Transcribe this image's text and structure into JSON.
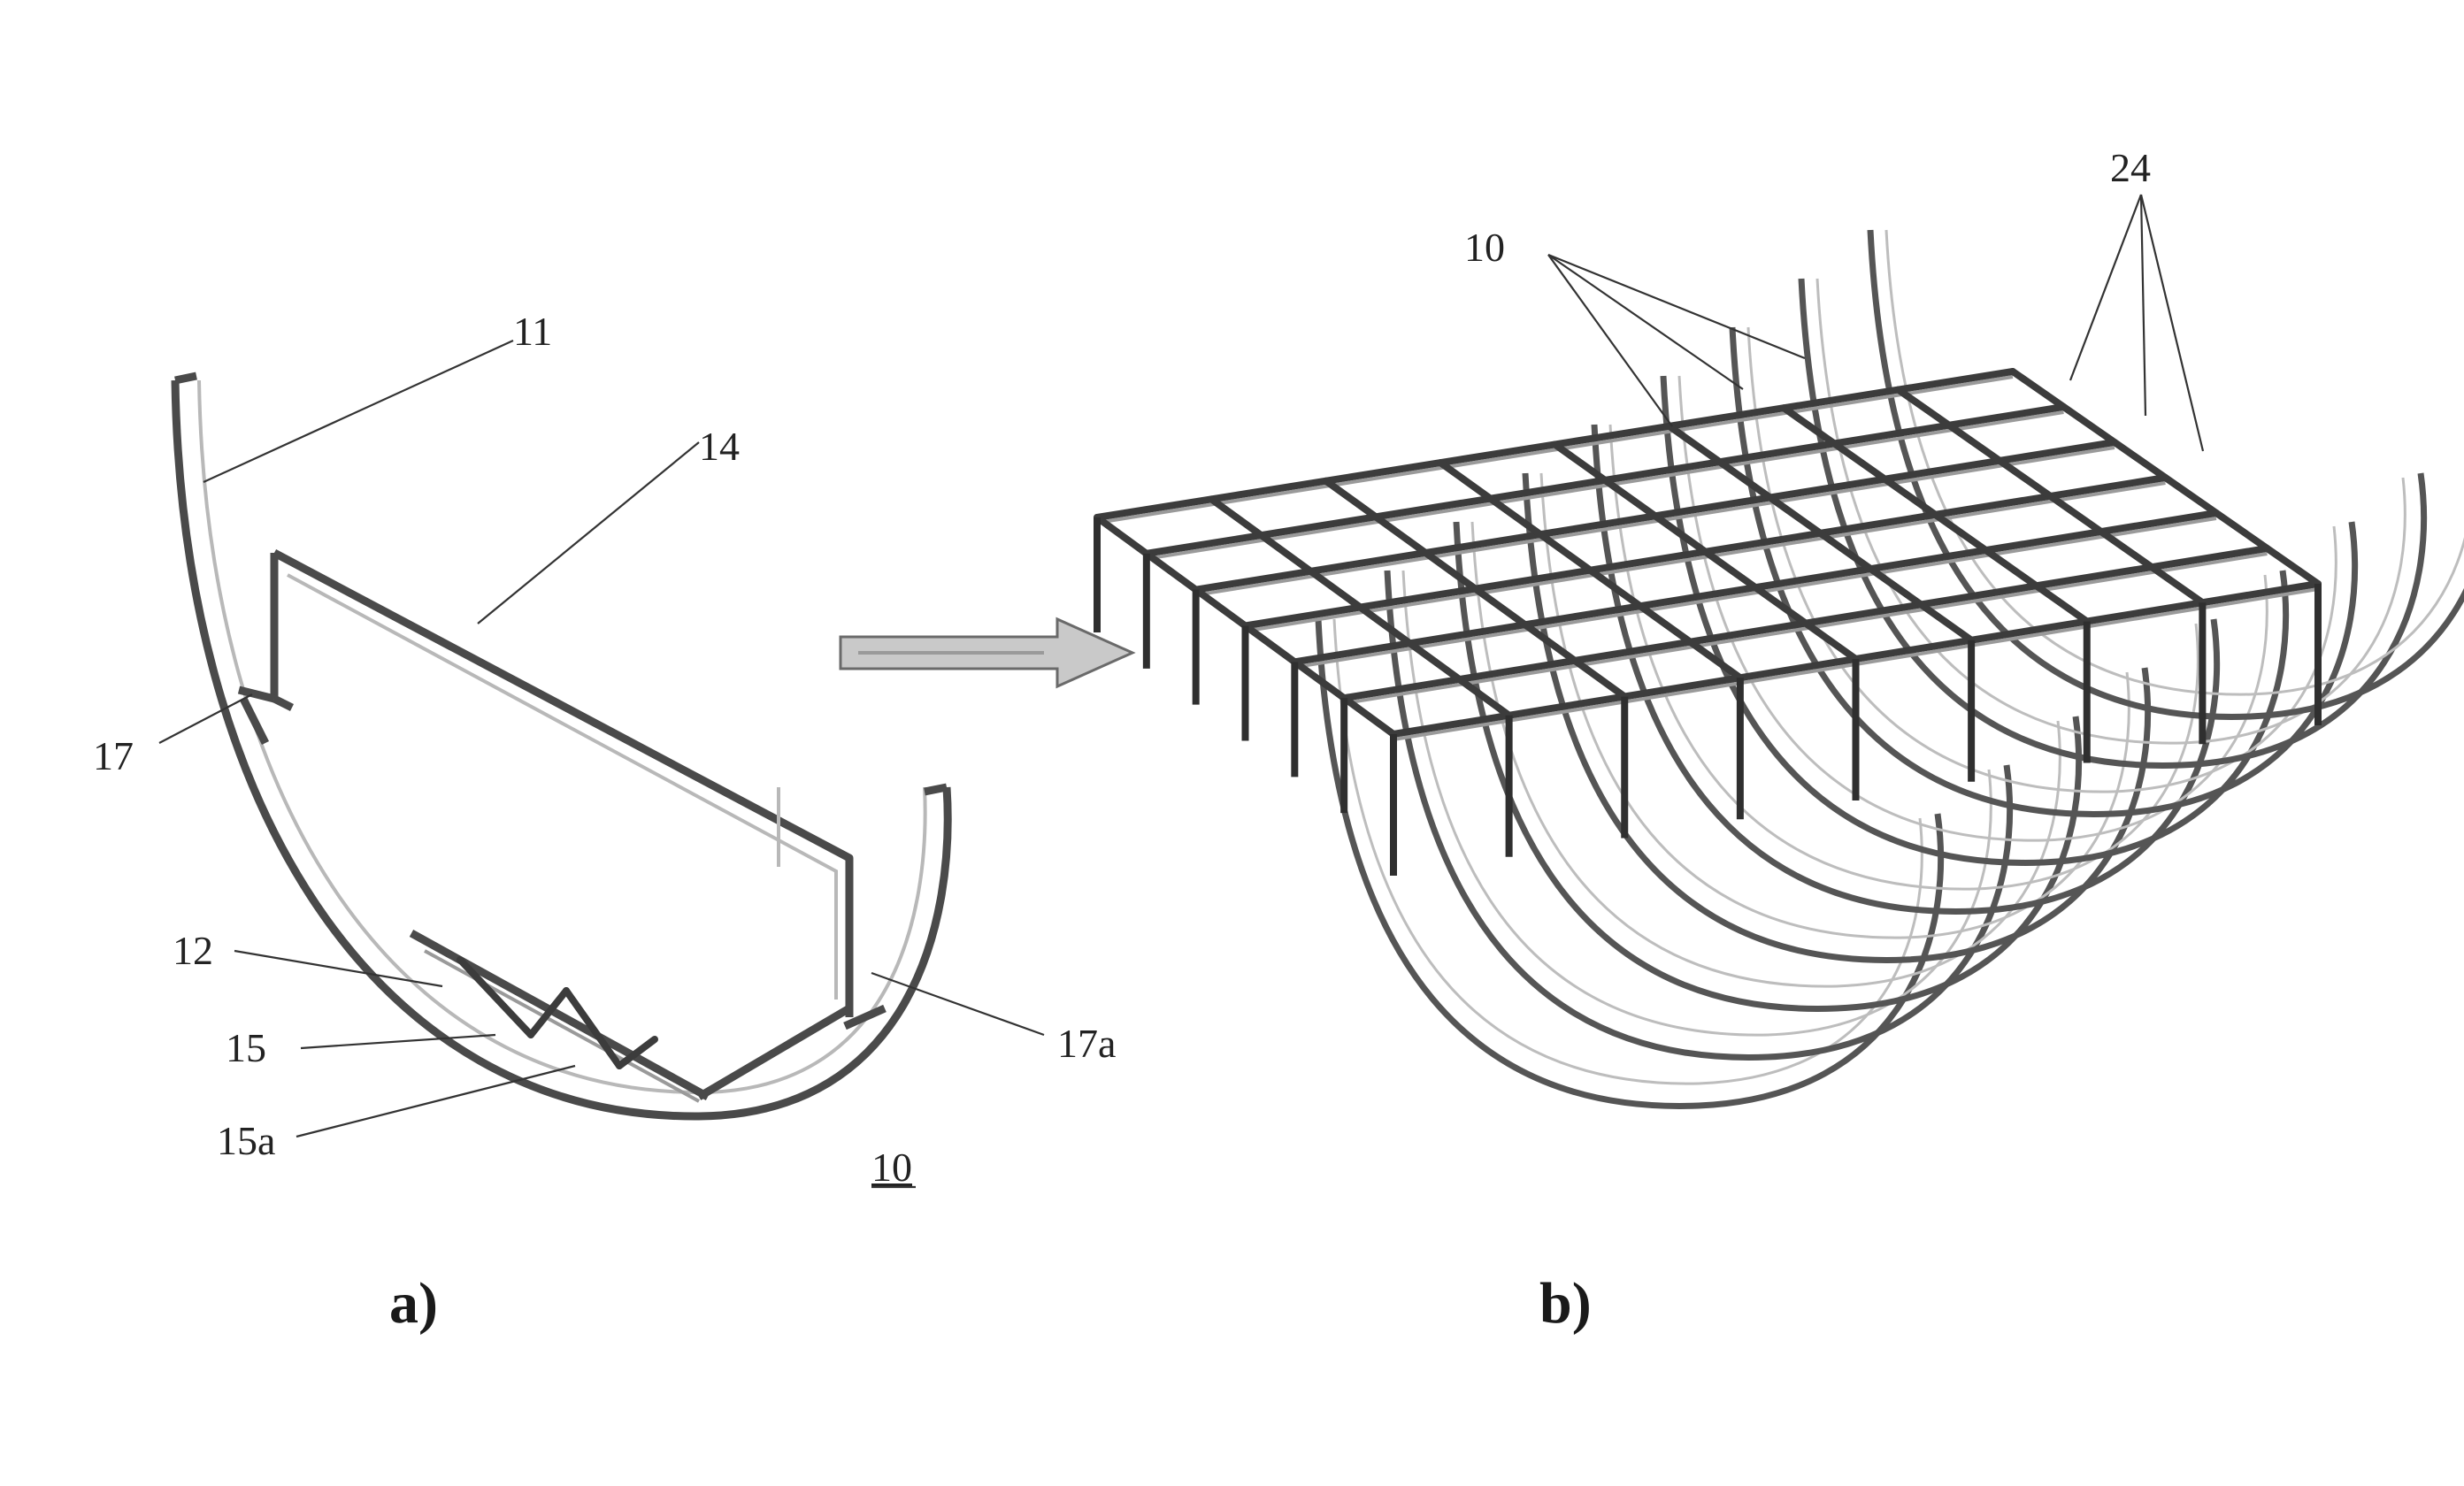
{
  "panel_a": {
    "caption": "a)",
    "labels": {
      "frame": "11",
      "deck": "14",
      "bracket": "17",
      "bracket_right": "17a",
      "bottom_member": "12",
      "truss": "15",
      "truss_diagonal": "15a",
      "assembly": "10"
    }
  },
  "panel_b": {
    "caption": "b)",
    "labels": {
      "frames": "10",
      "girders": "24"
    }
  },
  "arrow": {
    "direction": "right",
    "color": "#9a9a9a"
  },
  "colors": {
    "structure_dark": "#3c3c3c",
    "structure_light": "#bdbdbd",
    "text": "#222222",
    "background": "#ffffff"
  }
}
